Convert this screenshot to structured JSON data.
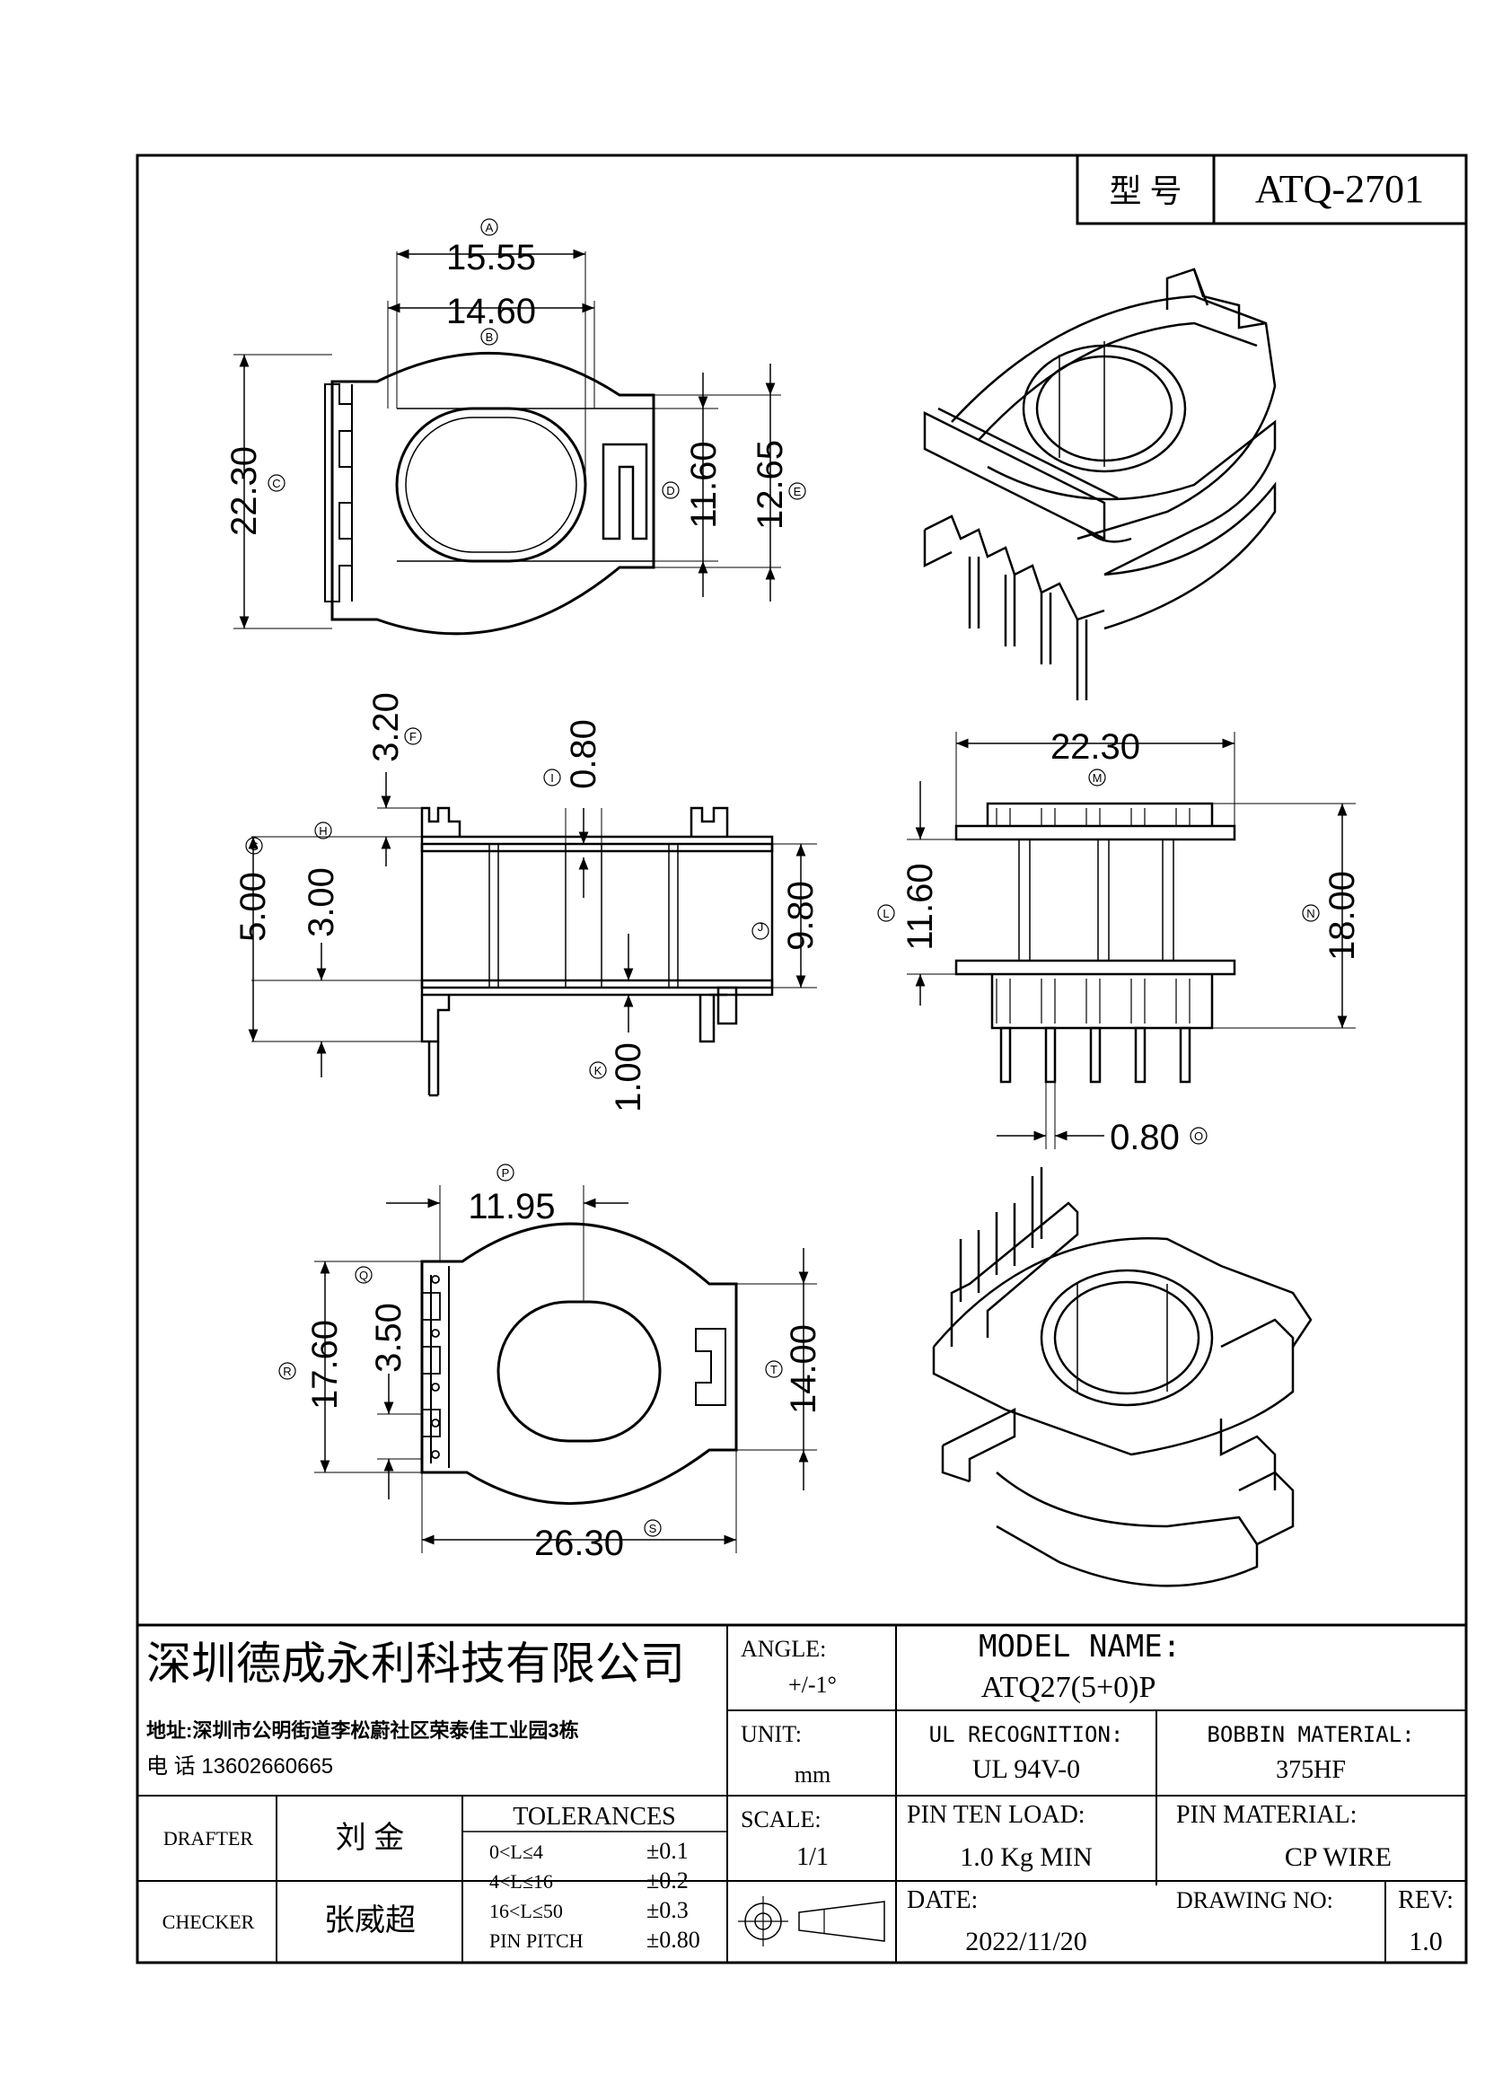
{
  "header": {
    "type_label": "型 号",
    "part_number": "ATQ-2701"
  },
  "dimensions": {
    "top_view": [
      {
        "circle": "A",
        "value": "15.55"
      },
      {
        "circle": "B",
        "value": "14.60"
      },
      {
        "circle": "C",
        "value": "22.30"
      },
      {
        "circle": "D",
        "value": "11.60"
      },
      {
        "circle": "E",
        "value": "12.65"
      }
    ],
    "side_view": [
      {
        "circle": "F",
        "value": "3.20"
      },
      {
        "circle": "G",
        "value": "5.00"
      },
      {
        "circle": "H",
        "value": "3.00"
      },
      {
        "circle": "I",
        "value": "0.80"
      },
      {
        "circle": "J",
        "value": "9.80"
      },
      {
        "circle": "K",
        "value": "1.00"
      }
    ],
    "front_view": [
      {
        "circle": "M",
        "value": "22.30"
      },
      {
        "circle": "L",
        "value": "11.60"
      },
      {
        "circle": "N",
        "value": "18.00"
      },
      {
        "circle": "O",
        "value": "0.80"
      }
    ],
    "bottom_view": [
      {
        "circle": "P",
        "value": "11.95"
      },
      {
        "circle": "Q",
        "value": "3.50"
      },
      {
        "circle": "R",
        "value": "17.60"
      },
      {
        "circle": "T",
        "value": "14.00"
      },
      {
        "circle": "S",
        "value": "26.30"
      }
    ]
  },
  "title_block": {
    "company": "深圳德成永利科技有限公司",
    "address": "地址:深圳市公明街道李松蔚社区荣泰佳工业园3栋",
    "phone": "电 话 13602660665",
    "angle_label": "ANGLE:",
    "angle_value": "+/-1°",
    "model_name_label": "MODEL NAME:",
    "model_name_value": "ATQ27(5+0)P",
    "unit_label": "UNIT:",
    "unit_value": "mm",
    "ul_label": "UL RECOGNITION:",
    "ul_value": "UL 94V-0",
    "bobbin_label": "BOBBIN MATERIAL:",
    "bobbin_value": "375HF",
    "drafter_label": "DRAFTER",
    "drafter_value": "刘 金",
    "checker_label": "CHECKER",
    "checker_value": "张威超",
    "tolerances_label": "TOLERANCES",
    "tolerances": [
      {
        "range": "0<L≤4",
        "tol": "±0.1"
      },
      {
        "range": "4<L≤16",
        "tol": "±0.2"
      },
      {
        "range": "16<L≤50",
        "tol": "±0.3"
      },
      {
        "range": "PIN PITCH",
        "tol": "±0.80"
      }
    ],
    "scale_label": "SCALE:",
    "scale_value": "1/1",
    "pin_load_label": "PIN TEN LOAD:",
    "pin_load_value": "1.0 Kg MIN",
    "pin_material_label": "PIN MATERIAL:",
    "pin_material_value": "CP WIRE",
    "date_label": "DATE:",
    "date_value": "2022/11/20",
    "drawing_no_label": "DRAWING NO:",
    "rev_label": "REV:",
    "rev_value": "1.0"
  }
}
